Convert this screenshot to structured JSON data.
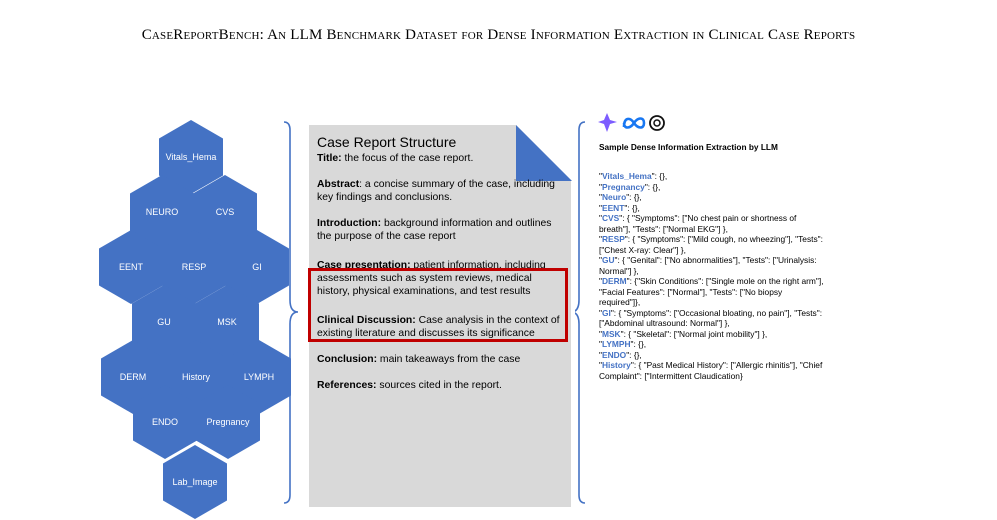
{
  "header": {
    "title": "CaseReportBench: An LLM Benchmark Dataset for Dense Information Extraction in Clinical Case Reports"
  },
  "hexagons": [
    "Vitals_Hema",
    "NEURO",
    "CVS",
    "EENT",
    "RESP",
    "GI",
    "GU",
    "MSK",
    "DERM",
    "History",
    "LYMPH",
    "ENDO",
    "Pregnancy",
    "Lab_Image"
  ],
  "colors": {
    "hex_fill": "#4472c4",
    "doc_bg": "#d9d9d9",
    "highlight_border": "#c00000",
    "key_color": "#4472c4"
  },
  "document": {
    "heading": "Case Report Structure",
    "sections": [
      {
        "label": "Title:",
        "text": " the focus of the case report."
      },
      {
        "label": "Abstract",
        "text": ": a concise summary of the case, including key findings and conclusions."
      },
      {
        "label": "Introduction:",
        "text": " background information and outlines the purpose of the case report"
      },
      {
        "label": "Case presentation:",
        "text": " patient information, including assessments such as system reviews, medical history, physical examinations, and test results"
      },
      {
        "label": "Clinical Discussion:",
        "text": " Case analysis in the context of existing literature and discusses its significance"
      },
      {
        "label": "Conclusion:",
        "text": "  main takeaways from the case"
      },
      {
        "label": "References:",
        "text": " sources cited in the report."
      }
    ]
  },
  "extraction": {
    "title": "Sample Dense Information Extraction by LLM",
    "entries": [
      {
        "pre": "  \"",
        "key": "Vitals_Hema",
        "post": "\": {},"
      },
      {
        "pre": "  \"",
        "key": "Pregnancy",
        "post": "\": {},"
      },
      {
        "pre": "  \"",
        "key": "Neuro",
        "post": "\": {},"
      },
      {
        "pre": "  \"",
        "key": "EENT",
        "post": "\": {},"
      },
      {
        "pre": "  \"",
        "key": "CVS",
        "post": "\": { \"Symptoms\": [\"No chest pain or shortness of breath\"], \"Tests\": [\"Normal EKG\"] },"
      },
      {
        "pre": "\"",
        "key": "RESP",
        "post": "\": { \"Symptoms\": [\"Mild cough, no wheezing\"], \"Tests\": [\"Chest X-ray: Clear\"]  },"
      },
      {
        "pre": "  \"",
        "key": "GU",
        "post": "\": { \"Genital\": [\"No abnormalities\"], \"Tests\": [\"Urinalysis: Normal\"] },"
      },
      {
        "pre": "  \"",
        "key": "DERM",
        "post": "\": {\"Skin Conditions\": [\"Single mole on the right arm\"], \"Facial Features\": [\"Normal\"], \"Tests\": [\"No biopsy required\"]},"
      },
      {
        "pre": "  \"",
        "key": "GI",
        "post": "\": { \"Symptoms\": [\"Occasional bloating, no pain\"], \"Tests\": [\"Abdominal ultrasound: Normal\"] },"
      },
      {
        "pre": "  \"",
        "key": "MSK",
        "post": "\": { \"Skeletal\": [\"Normal joint mobility\"] },"
      },
      {
        "pre": "  \"",
        "key": "LYMPH",
        "post": "\": {},"
      },
      {
        "pre": "  \"",
        "key": "ENDO",
        "post": "\": {},"
      },
      {
        "pre": "  \"",
        "key": "History",
        "post": "\": { \"Past Medical History\": [\"Allergic rhinitis\"], \"Chief Complaint\": [\"Intermittent Claudication}"
      }
    ]
  },
  "logos": [
    "gemini-icon",
    "meta-icon",
    "openai-icon"
  ]
}
